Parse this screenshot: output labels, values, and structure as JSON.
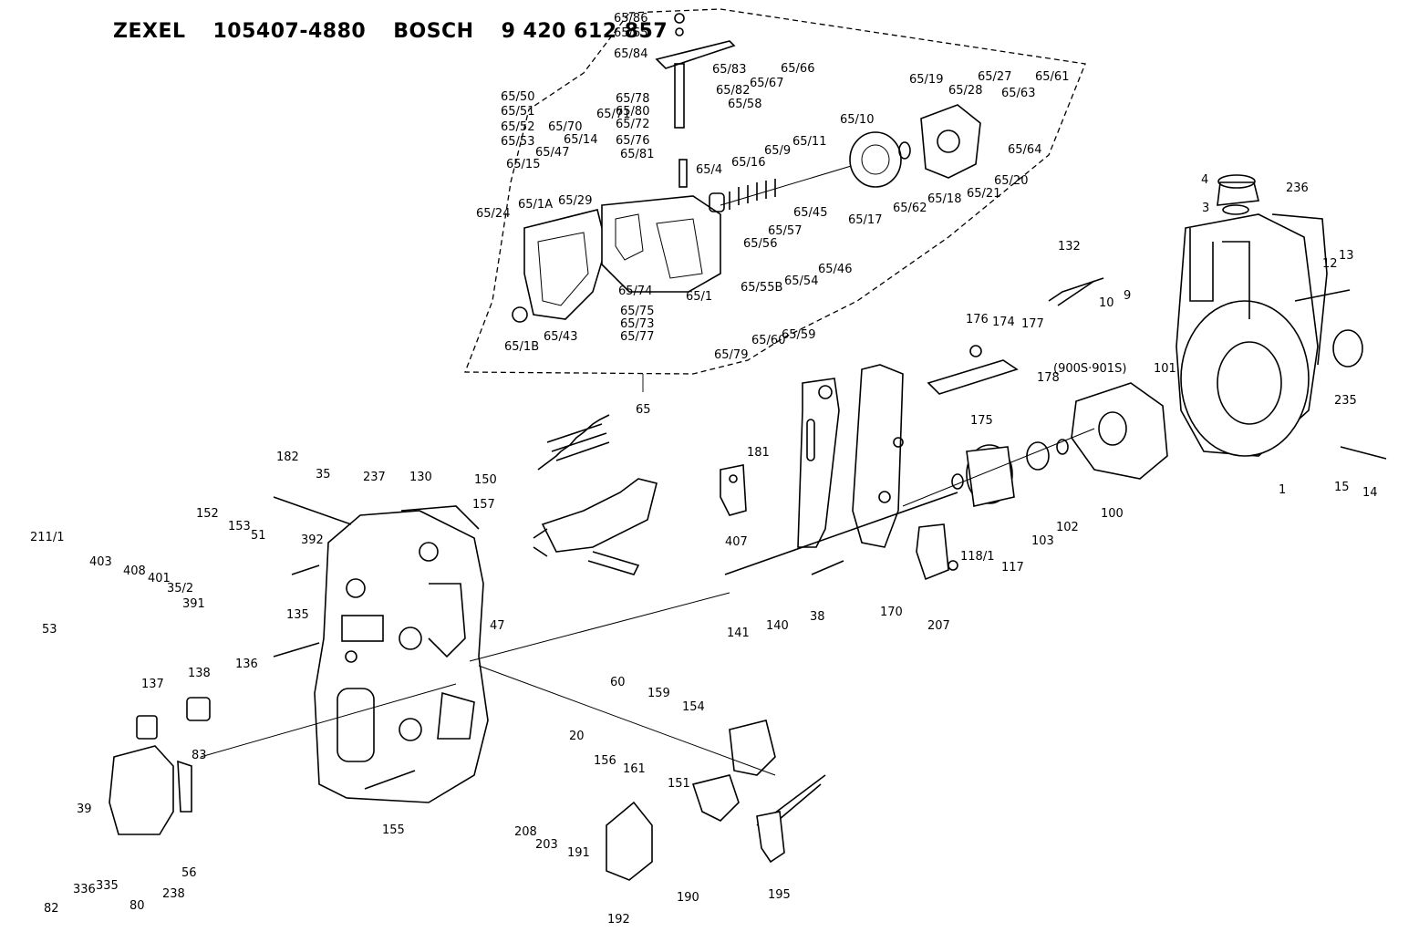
{
  "header": {
    "brand1": "ZEXEL",
    "code1": "105407-4880",
    "brand2": "BOSCH",
    "code2": "9 420 612 857"
  },
  "colors": {
    "line": "#000000",
    "background": "#ffffff"
  },
  "labels": [
    "65/86",
    "65/65",
    "65/84",
    "65/83",
    "65/66",
    "65/82",
    "65/67",
    "65/78",
    "65/80",
    "65/72",
    "65/76",
    "65/81",
    "65/58",
    "65/50",
    "65/51",
    "65/52",
    "65/53",
    "65/70",
    "65/71",
    "65/47",
    "65/14",
    "65/15",
    "65/29",
    "65/1A",
    "65/24",
    "65/74",
    "65/10",
    "65/11",
    "65/9",
    "65/16",
    "65/4",
    "65/57",
    "65/45",
    "65/56",
    "65/46",
    "65/55B",
    "65/54",
    "65/1",
    "65/75",
    "65/73",
    "65/77",
    "65/60",
    "65/59",
    "65/79",
    "65/1B",
    "65/43",
    "65/17",
    "65/62",
    "65/18",
    "65/21",
    "65/20",
    "65/64",
    "65/19",
    "65/28",
    "65/27",
    "65/63",
    "65/61",
    "65",
    "4",
    "3",
    "236",
    "13",
    "12",
    "9",
    "10",
    "132",
    "176",
    "174",
    "177",
    "(900S·901S)",
    "101",
    "178",
    "175",
    "235",
    "15",
    "14",
    "1",
    "181",
    "100",
    "102",
    "103",
    "117",
    "118/1",
    "207",
    "170",
    "38",
    "140",
    "141",
    "407",
    "47",
    "182",
    "35",
    "237",
    "130",
    "150",
    "157",
    "152",
    "153",
    "51",
    "392",
    "211/1",
    "403",
    "408",
    "401",
    "35/2",
    "391",
    "53",
    "135",
    "136",
    "138",
    "137",
    "83",
    "39",
    "335",
    "336",
    "82",
    "80",
    "238",
    "56",
    "155",
    "60",
    "159",
    "154",
    "156",
    "161",
    "151",
    "20",
    "208",
    "203",
    "191",
    "192",
    "190",
    "195"
  ]
}
